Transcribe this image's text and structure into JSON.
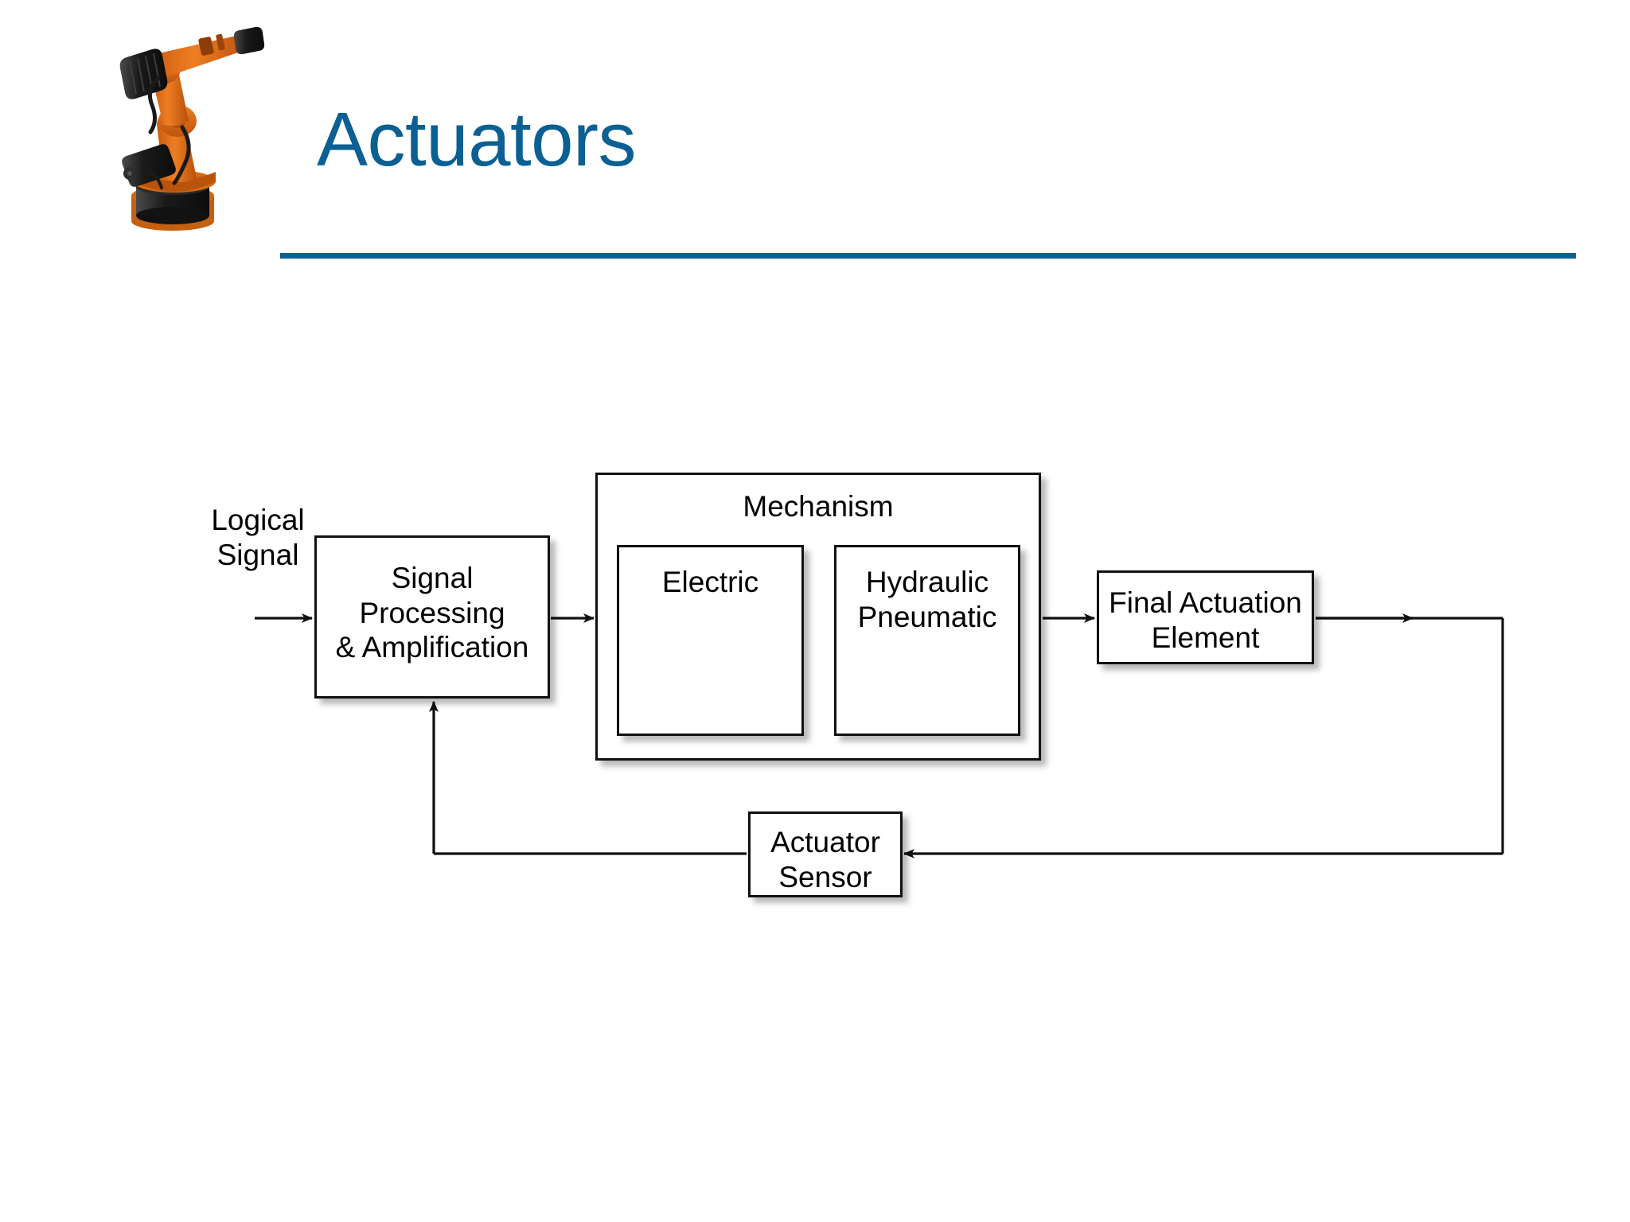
{
  "slide": {
    "title": "Actuators",
    "title_color": "#0B6093",
    "rule_color": "#0B6093",
    "background": "#FFFFFF"
  },
  "header": {
    "logo_alt": "industrial-robot-arm",
    "robot_colors": {
      "arm": "#E8731B",
      "arm_dark": "#BF5410",
      "base": "#1C1C1C",
      "joint": "#3A3A3A"
    }
  },
  "diagram": {
    "type": "block-diagram",
    "line_color": "#111111",
    "box_fill": "#FFFFFF",
    "nodes": [
      {
        "id": "logical-signal",
        "label": "Logical\nSignal",
        "kind": "free-label"
      },
      {
        "id": "signal-processing",
        "label": "Signal\nProcessing\n& Amplification",
        "kind": "box"
      },
      {
        "id": "mechanism",
        "label": "Mechanism",
        "kind": "container-box"
      },
      {
        "id": "electric",
        "label": "Electric",
        "kind": "box",
        "parent": "mechanism"
      },
      {
        "id": "hydraulic-pneumatic",
        "label": "Hydraulic\nPneumatic",
        "kind": "box",
        "parent": "mechanism"
      },
      {
        "id": "final-actuation",
        "label": "Final Actuation\nElement",
        "kind": "box"
      },
      {
        "id": "actuator-sensor",
        "label": "Actuator\nSensor",
        "kind": "box"
      }
    ],
    "edges": [
      {
        "from": "input",
        "to": "signal-processing",
        "arrow": true
      },
      {
        "from": "signal-processing",
        "to": "mechanism",
        "arrow": true
      },
      {
        "from": "mechanism",
        "to": "final-actuation",
        "arrow": true
      },
      {
        "from": "final-actuation",
        "to": "output",
        "arrow": true
      },
      {
        "from": "output",
        "to": "actuator-sensor",
        "arrow": true
      },
      {
        "from": "actuator-sensor",
        "to": "signal-processing",
        "arrow": true
      }
    ]
  }
}
